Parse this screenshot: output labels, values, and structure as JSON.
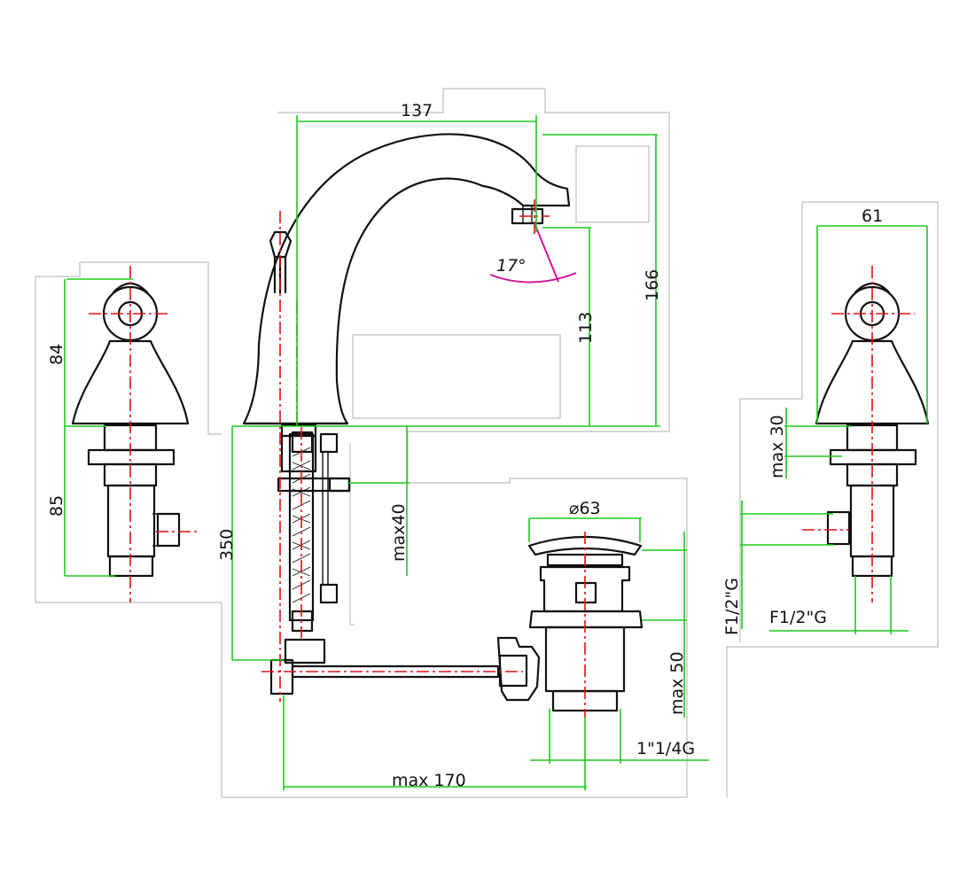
{
  "labels": {
    "spout_reach": "137",
    "handle_width": "61",
    "spout_height_total": "166",
    "spout_outlet_height": "113",
    "spout_angle": "17°",
    "handle_height_upper": "84",
    "handle_height_lower": "85",
    "flexible_length": "350",
    "deck_thickness_max": "max40",
    "tail_max": "max 30",
    "waste_diameter": "⌀63",
    "waste_depth_max": "max 50",
    "waste_thread": "1\"1/4G",
    "pull_rod_length_max": "max 170",
    "inlet_thread_vertical": "F1/2\"G",
    "inlet_thread_horizontal": "F1/2\"G"
  },
  "colors": {
    "outline": "#111111",
    "dimension": "#1ec81e",
    "centerline": "#e01010",
    "angle_arc": "#d0149e",
    "frame": "#bdbdbd"
  }
}
